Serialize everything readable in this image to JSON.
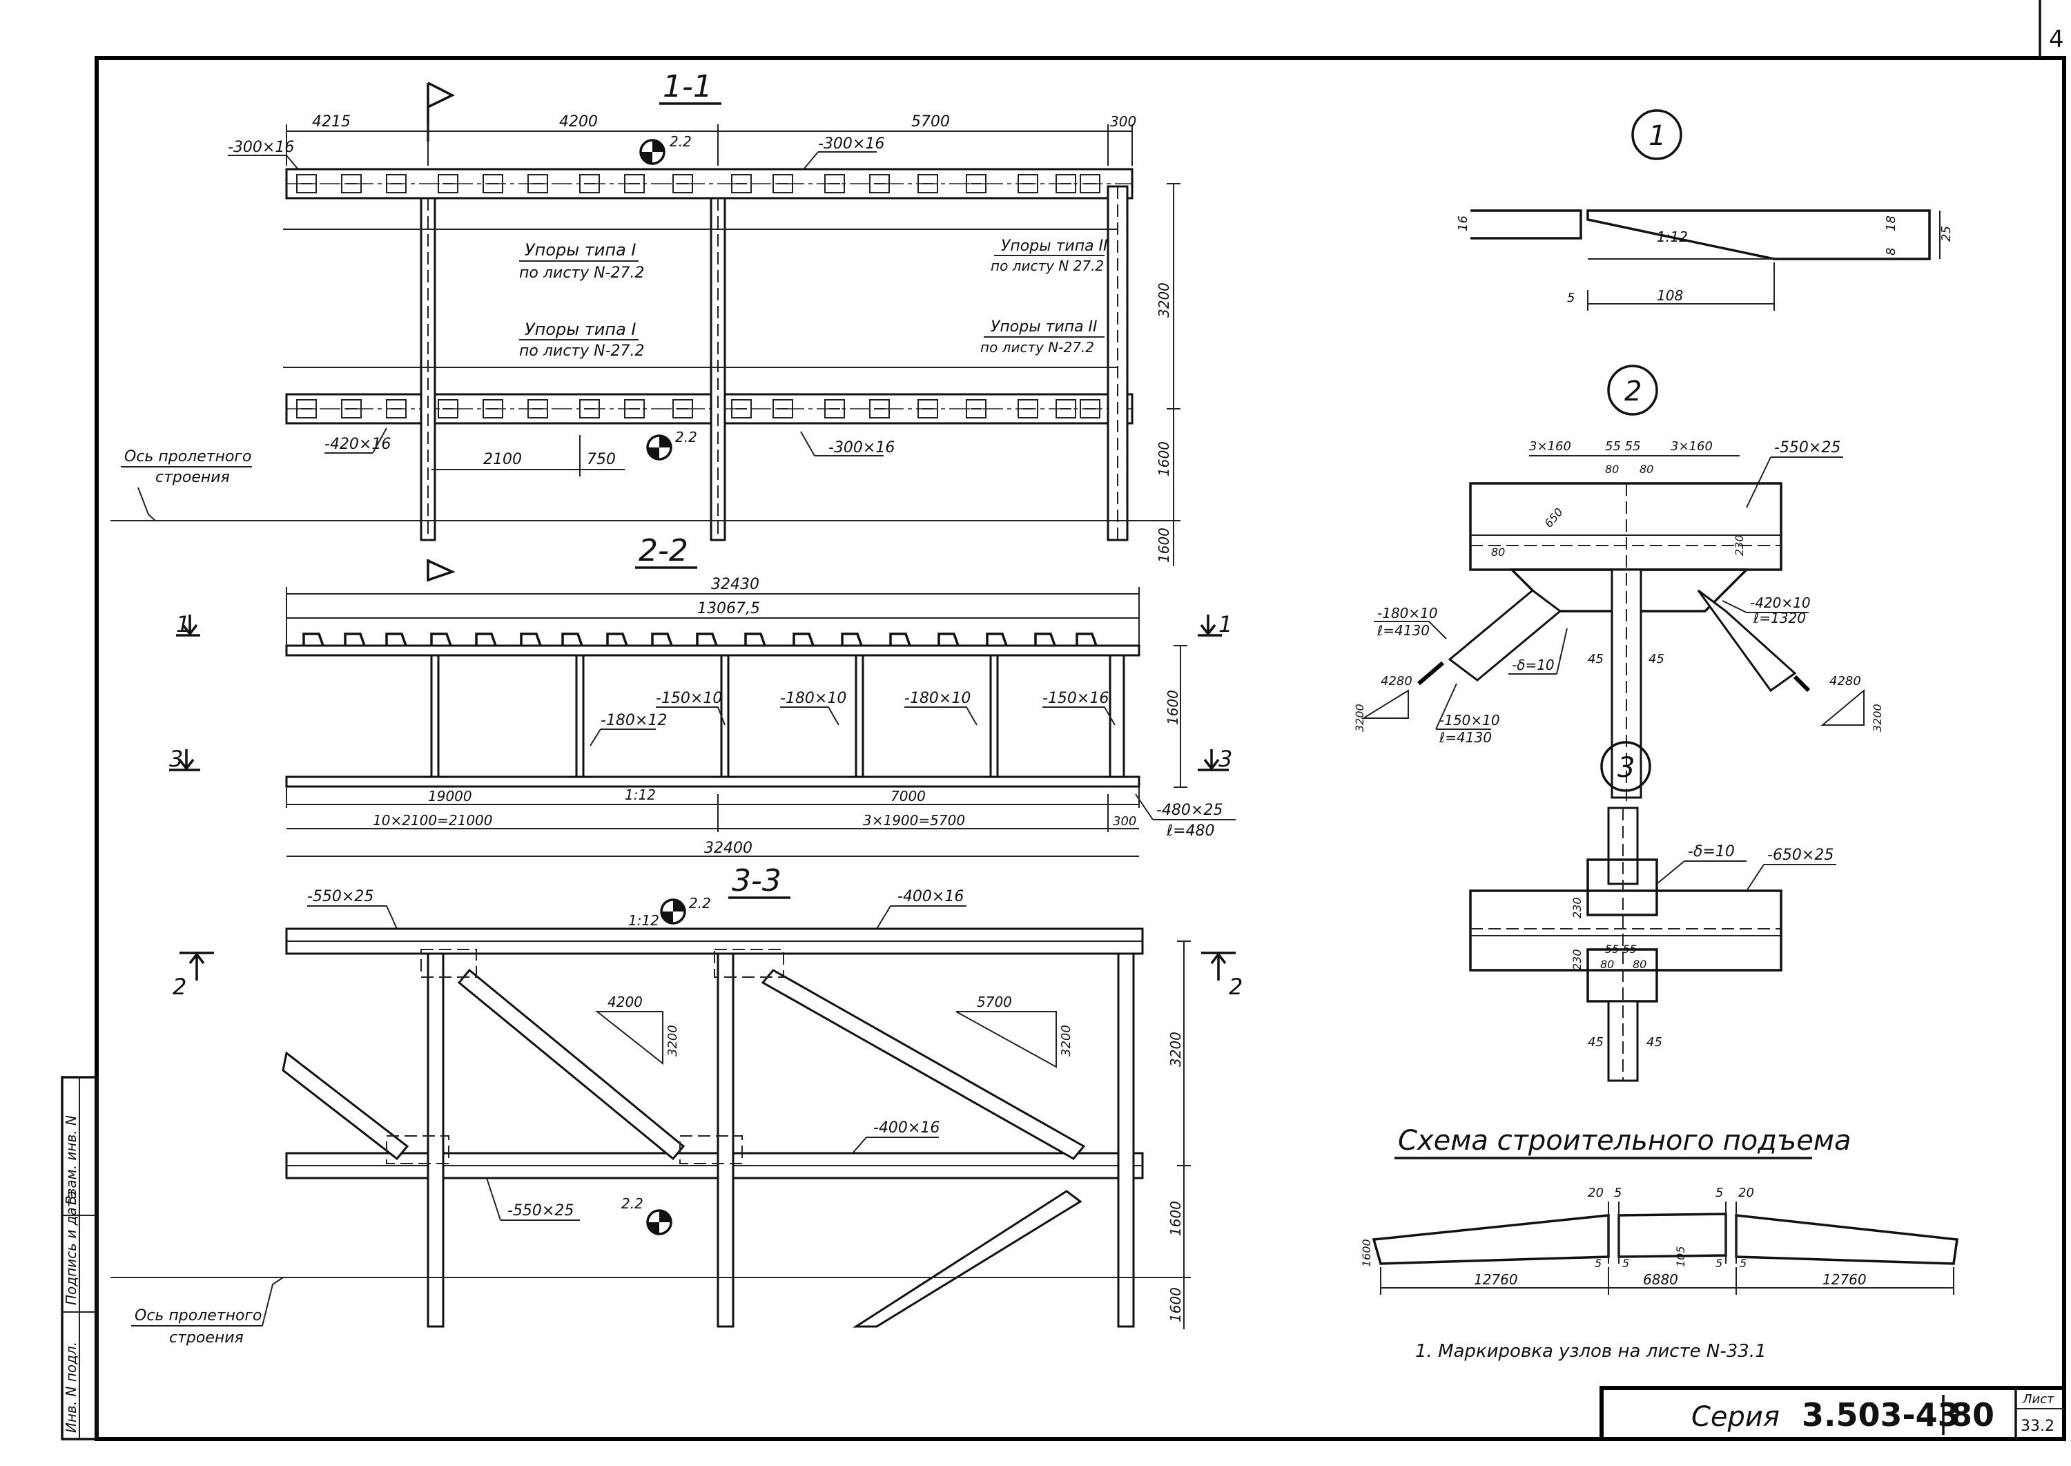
{
  "sheet": {
    "page_corner_number": "4",
    "notes": {
      "marking": "1. Маркировка узлов   на листе  N-33.1"
    },
    "title_block": {
      "series_label": "Серия",
      "series_number": "3.503-43",
      "series_year": "80",
      "sheet_label": "Лист",
      "sheet_number": "33.2"
    },
    "side_stamp": {
      "inv_label": "Инв. N подл.",
      "sign_label": "Подпись и дата",
      "replace_label": "Взам. инв. N"
    }
  },
  "section_1_1": {
    "title": "1-1",
    "dims": {
      "d_4215": "4215",
      "d_4200": "4200",
      "d_5700": "5700",
      "d_300_top": "300",
      "d_3200": "3200",
      "d_1600_a": "1600",
      "d_1600_b": "1600",
      "d_2100": "2100",
      "d_750": "750"
    },
    "labels": {
      "plate_300x16_left": "-300×16",
      "plate_300x16_right": "-300×16",
      "plate_420x16": "-420×16",
      "plate_300x16_bottom": "-300×16",
      "node_22_top": "2.2",
      "node_22_bottom": "2.2",
      "stops_type1_a": "Упоры типа I",
      "stops_type1_a_ref": "по листу  N-27.2",
      "stops_type2_a": "Упоры типа II",
      "stops_type2_a_ref": "по листу N 27.2",
      "stops_type1_b": "Упоры типа I",
      "stops_type1_b_ref": "по листу  N-27.2",
      "stops_type2_b": "Упоры типа II",
      "stops_type2_b_ref": "по листу  N-27.2",
      "axis_label_1": "Ось пролетного",
      "axis_label_2": "строения"
    }
  },
  "section_2_2": {
    "title": "2-2",
    "dims": {
      "d_32430": "32430",
      "d_13067": "13067,5",
      "d_1600": "1600",
      "d_19000": "19000",
      "d_7000": "7000",
      "d_slope": "1:12",
      "d_10x2100": "10×2100=21000",
      "d_3x1900": "3×1900=5700",
      "d_300": "300",
      "d_32400": "32400"
    },
    "labels": {
      "p_180x12": "-180×12",
      "p_150x10": "-150×10",
      "p_180x10_a": "-180×10",
      "p_180x10_b": "-180×10",
      "p_150x16": "-150×16",
      "p_480x25": "-480×25",
      "p_480_l": "ℓ=480",
      "cut_1_left": "1",
      "cut_1_right": "1",
      "cut_3_left": "3",
      "cut_3_right": "3"
    }
  },
  "section_3_3": {
    "title": "3-3",
    "dims": {
      "d_4200": "4200",
      "d_3200_tri1": "3200",
      "d_5700": "5700",
      "d_3200_tri2": "3200",
      "d_3200": "3200",
      "d_1600_a": "1600",
      "d_1600_b": "1600",
      "slope": "1:12"
    },
    "labels": {
      "p_550x25_top": "-550×25",
      "p_400x16_top": "-400×16",
      "p_400x16_bot": "-400×16",
      "p_550x25_bot": "-550×25",
      "node_22_top": "2.2",
      "node_22_bot": "2.2",
      "cut_2_left": "2",
      "cut_2_right": "2",
      "axis_label_1": "Ось пролетного",
      "axis_label_2": "строения"
    }
  },
  "detail_1": {
    "number": "1",
    "dims": {
      "d_16": "16",
      "d_18": "18",
      "d_8": "8",
      "d_25": "25",
      "d_5": "5",
      "d_108": "108",
      "slope": "1:12"
    }
  },
  "detail_2": {
    "number": "2",
    "dims": {
      "d_3x160_l": "3×160",
      "d_55_55": "55 55",
      "d_3x160_r": "3×160",
      "d_80_a": "80",
      "d_80_b": "80",
      "d_650": "650",
      "d_80_c": "80",
      "d_230": "230",
      "d_45_a": "45",
      "d_45_b": "45",
      "d_4280_l": "4280",
      "d_3200_l": "3200",
      "d_4280_r": "4280",
      "d_3200_r": "3200"
    },
    "labels": {
      "p_550x25": "-550×25",
      "p_420x10": "-420×10",
      "p_420_l": "ℓ=1320",
      "p_180x10": "-180×10",
      "p_180_l": "ℓ=4130",
      "p_delta10": "-δ=10",
      "p_150x10": "-150×10",
      "p_150_l": "ℓ=4130"
    }
  },
  "detail_3": {
    "number": "3",
    "dims": {
      "d_230_a": "230",
      "d_230_b": "230",
      "d_55_55": "55 55",
      "d_80_a": "80",
      "d_80_b": "80",
      "d_45_a": "45",
      "d_45_b": "45"
    },
    "labels": {
      "p_delta10": "-δ=10",
      "p_650x25": "-650×25"
    }
  },
  "camber_scheme": {
    "title": "Схема строительного подъема",
    "dims": {
      "d_20_l": "20",
      "d_5_l": "5",
      "d_5_r": "5",
      "d_20_r": "20",
      "d_1600": "1600",
      "d_12760_l": "12760",
      "d_6880": "6880",
      "d_12760_r": "12760",
      "d_5_a": "5",
      "d_5_b": "5",
      "d_5_c": "5",
      "d_5_d": "5",
      "d_105": "105"
    }
  }
}
